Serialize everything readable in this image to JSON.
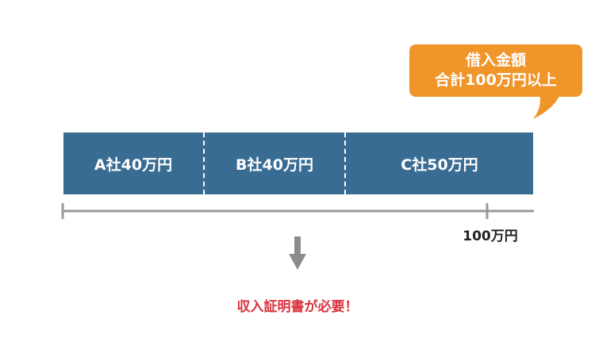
{
  "bubble": {
    "line1": "借入金額",
    "line2": "合計100万円以上"
  },
  "segments": [
    {
      "label": "A社40万円"
    },
    {
      "label": "B社40万円"
    },
    {
      "label": "C社50万円"
    }
  ],
  "scale": {
    "marker_label": "100万円"
  },
  "conclusion": {
    "text": "収入証明書が必要！"
  },
  "colors": {
    "bubble": "#f0952a",
    "bar": "#396c93",
    "scale": "#999999",
    "conclusion": "#d9323a",
    "arrow": "#8c8c8c"
  }
}
